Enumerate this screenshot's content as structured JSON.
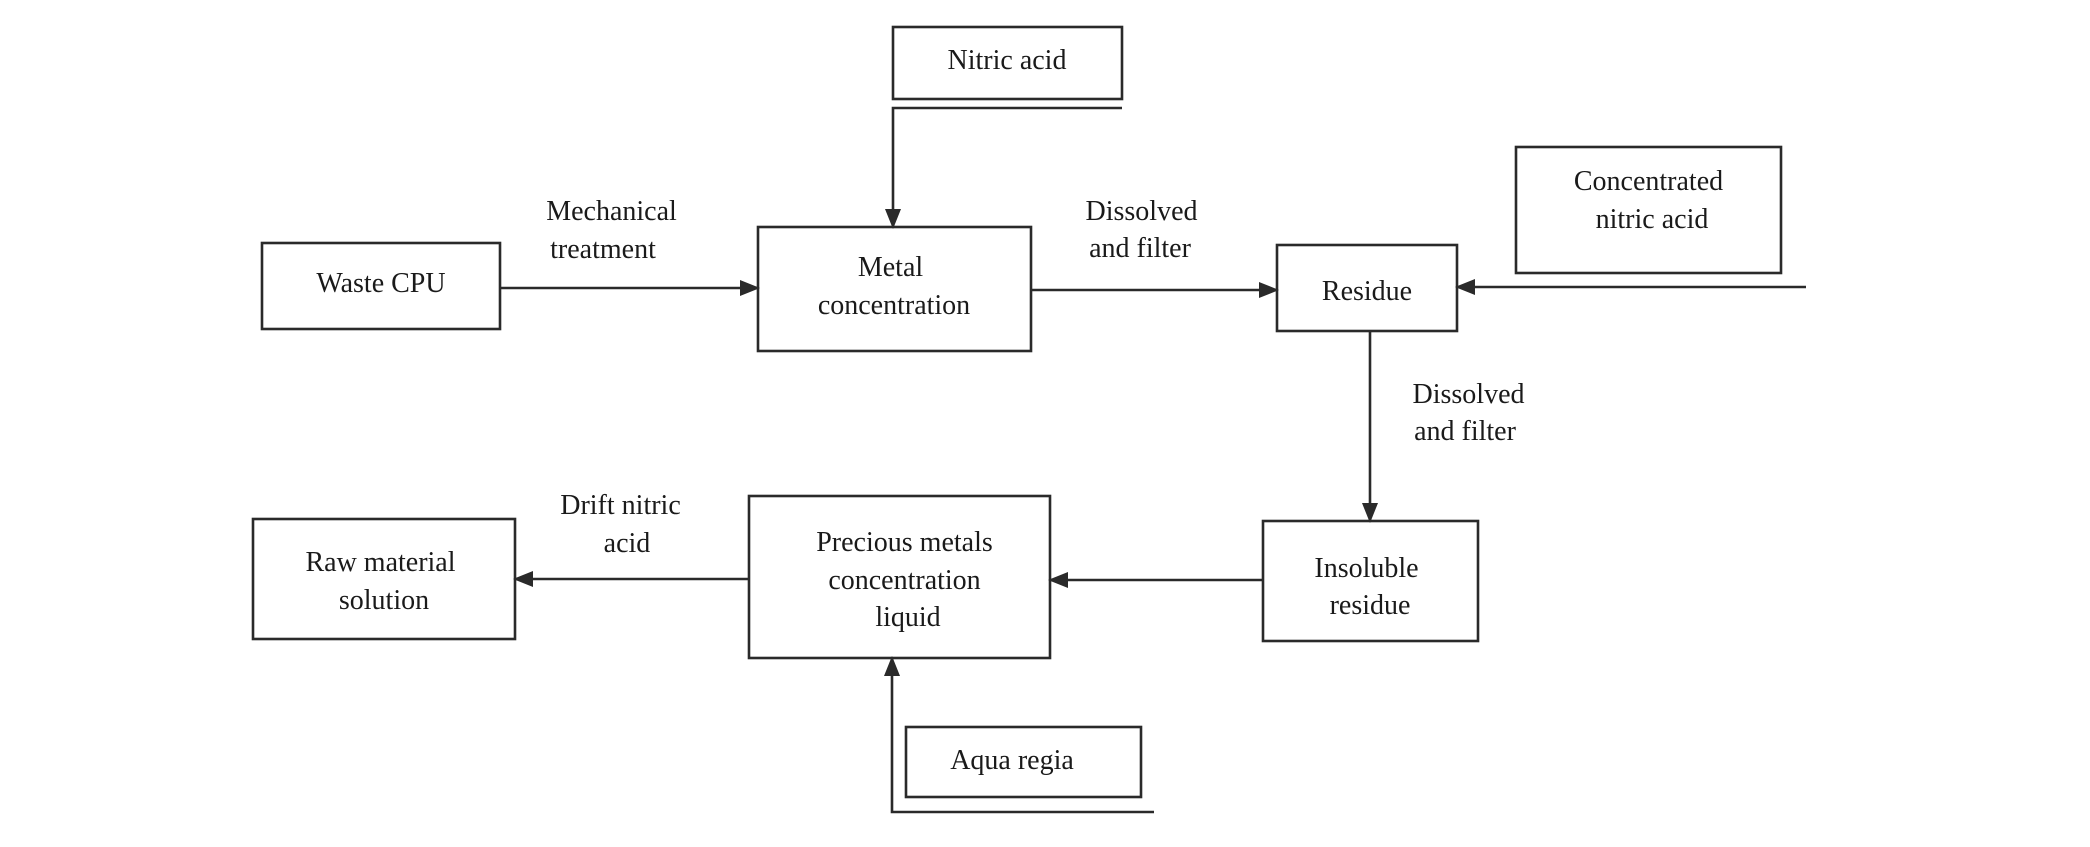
{
  "nodes": {
    "nitric_acid": {
      "lines": [
        "Nitric acid"
      ]
    },
    "waste_cpu": {
      "lines": [
        "Waste CPU"
      ]
    },
    "metal_concentration": {
      "lines": [
        "Metal",
        "concentration"
      ]
    },
    "residue": {
      "lines": [
        "Residue"
      ]
    },
    "concentrated_nitric_acid": {
      "lines": [
        "Concentrated",
        "nitric acid"
      ]
    },
    "insoluble_residue": {
      "lines": [
        "Insoluble",
        "residue"
      ]
    },
    "precious_metals": {
      "lines": [
        "Precious metals",
        "concentration",
        "liquid"
      ]
    },
    "raw_material_solution": {
      "lines": [
        "Raw material",
        "solution"
      ]
    },
    "aqua_regia": {
      "lines": [
        "Aqua regia"
      ]
    }
  },
  "edges": {
    "mechanical_treatment": {
      "lines": [
        "Mechanical",
        "treatment"
      ]
    },
    "dissolved_filter_1": {
      "lines": [
        "Dissolved",
        "and filter"
      ]
    },
    "dissolved_filter_2": {
      "lines": [
        "Dissolved",
        "and filter"
      ]
    },
    "drift_nitric_acid": {
      "lines": [
        "Drift nitric",
        "acid"
      ]
    }
  }
}
